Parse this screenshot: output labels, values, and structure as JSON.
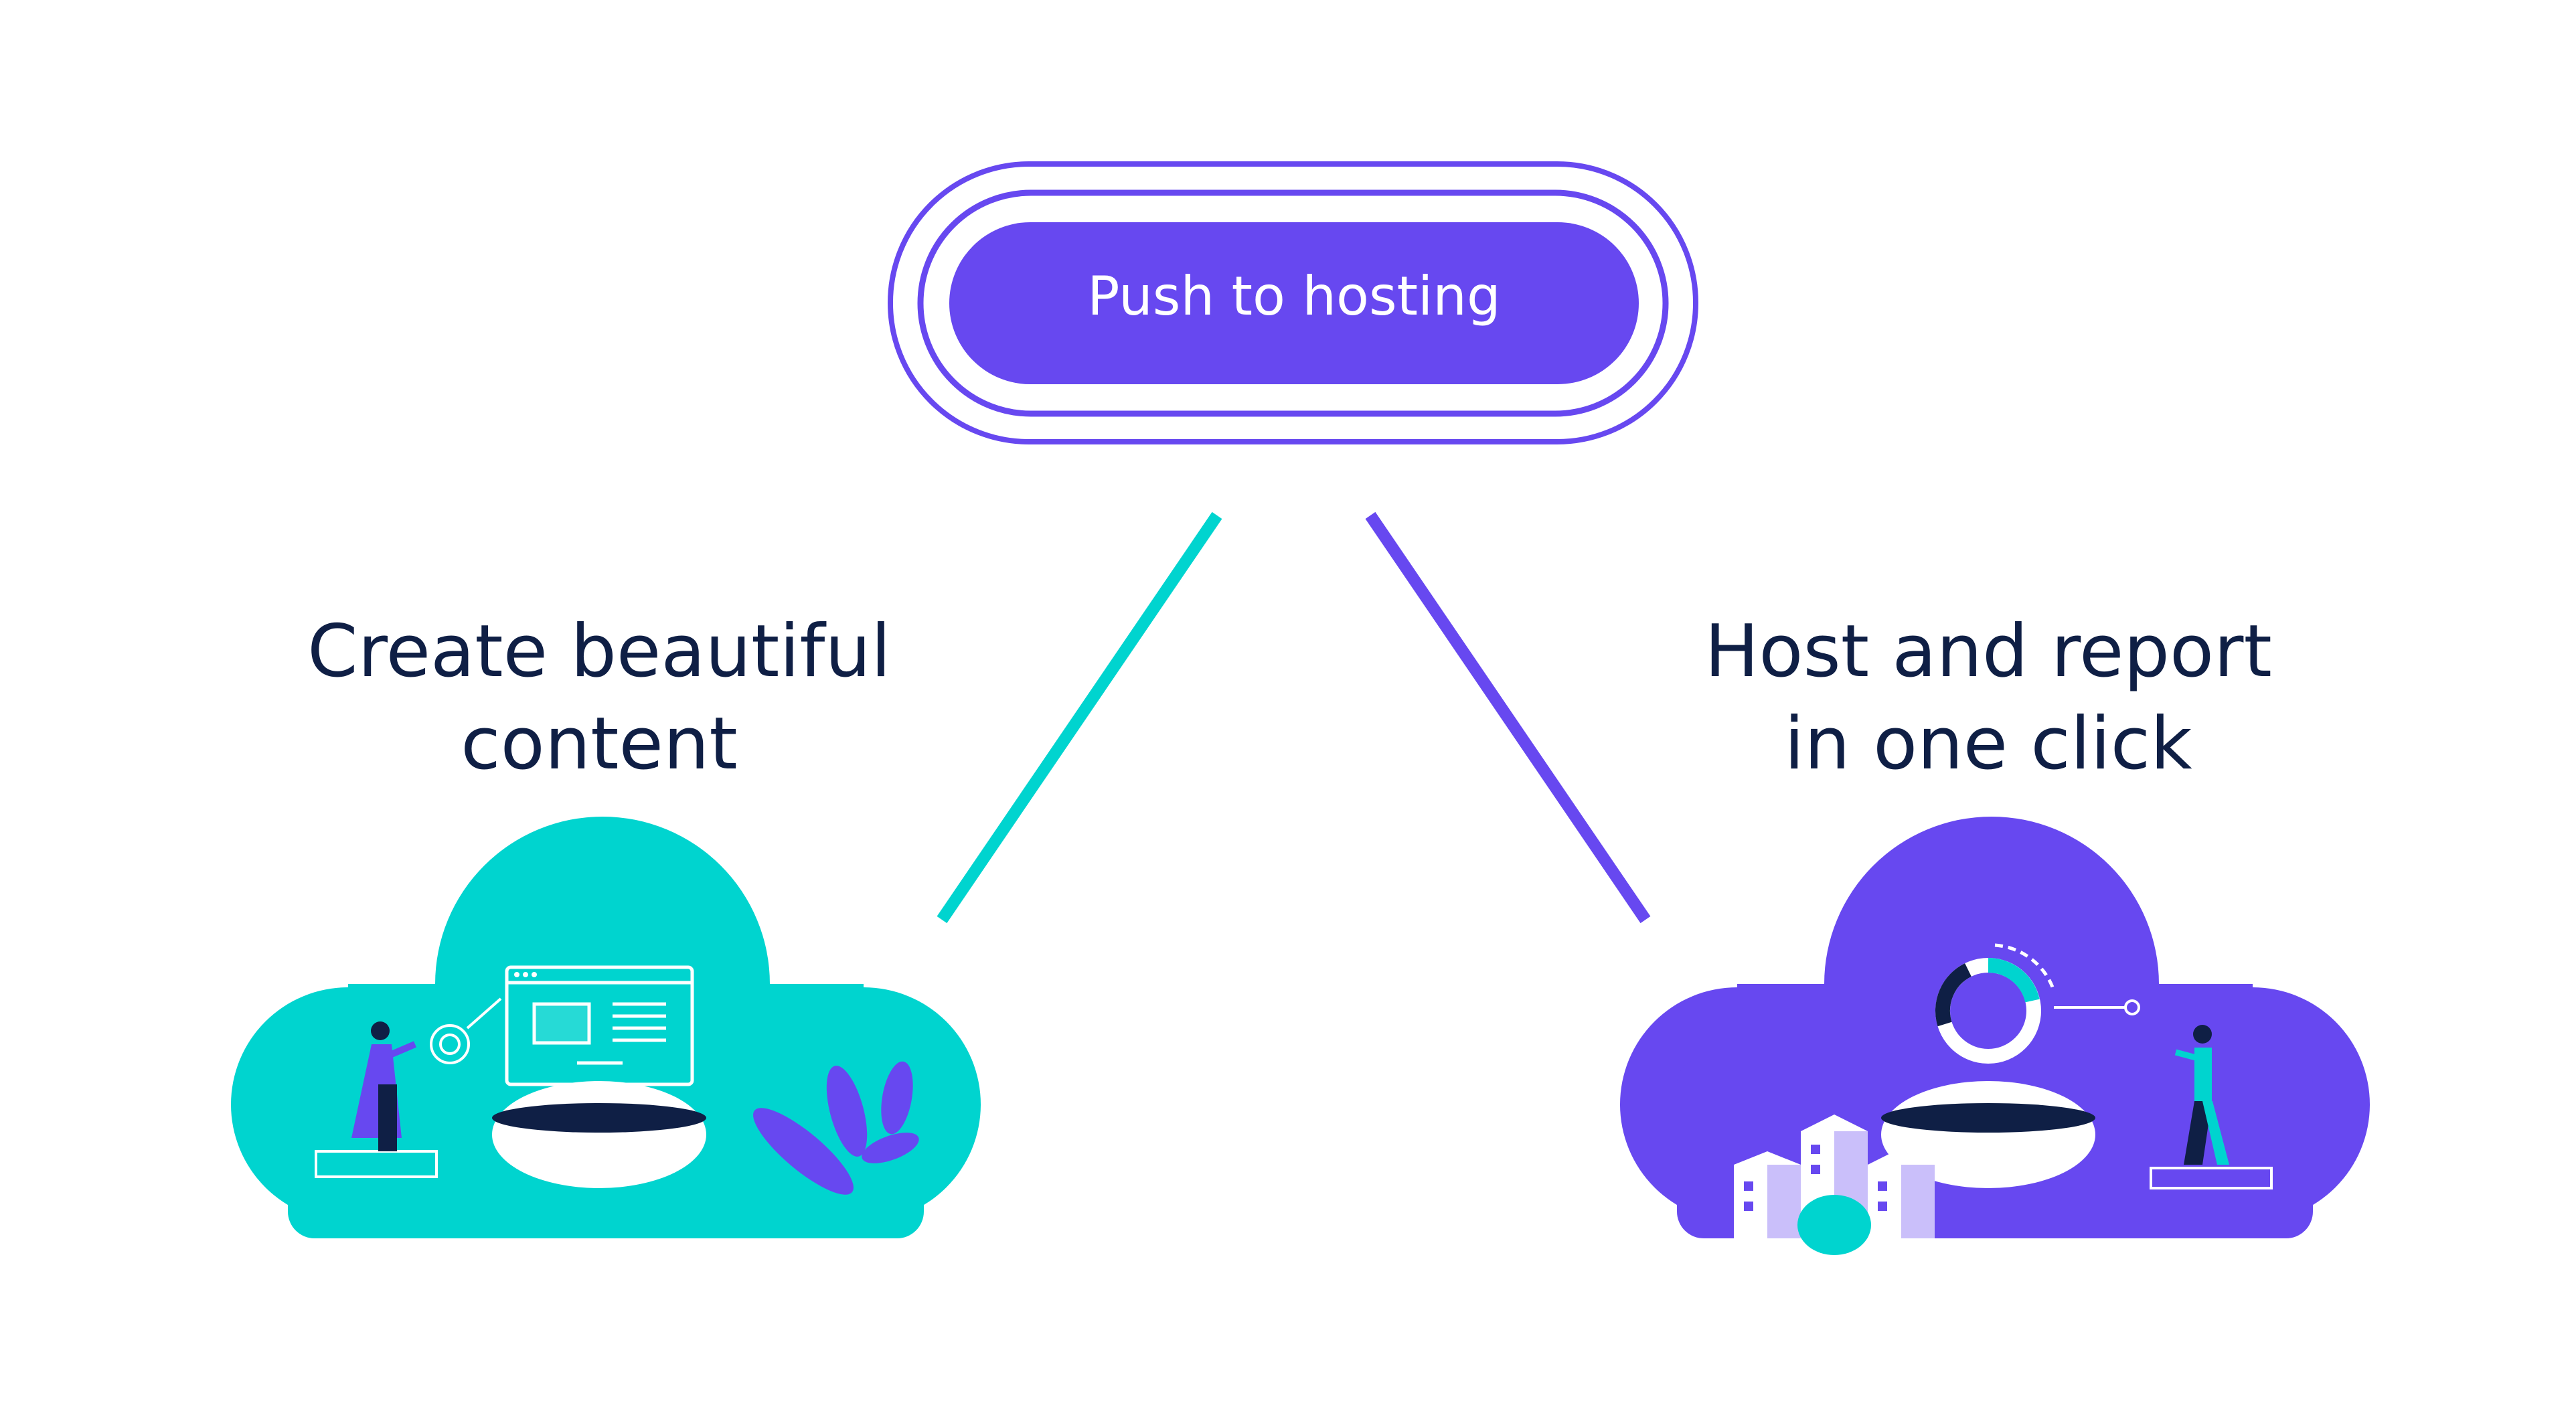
{
  "button": {
    "label": "Push to hosting"
  },
  "left": {
    "line1": "Create beautiful",
    "line2": "content"
  },
  "right": {
    "line1": "Host and report",
    "line2": "in one click"
  },
  "colors": {
    "purple": "#6748f0",
    "teal": "#00d4cf",
    "navy": "#0f1f45",
    "white": "#ffffff"
  }
}
